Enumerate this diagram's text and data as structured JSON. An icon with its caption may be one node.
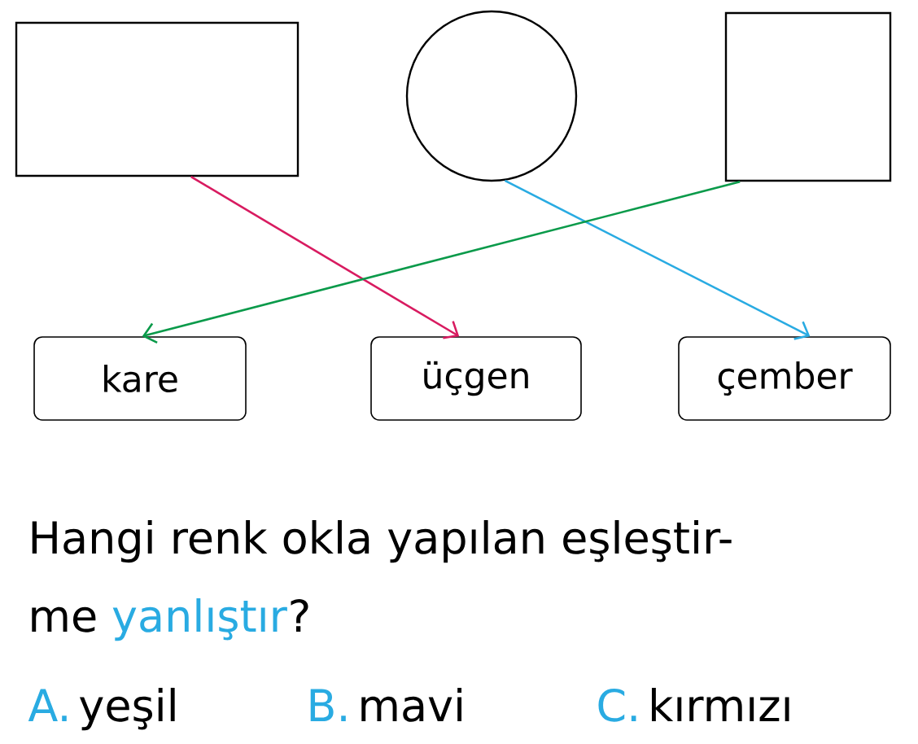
{
  "diagram": {
    "nodes": [
      {
        "text": [],
        "shape": "box"
      },
      {
        "text": [],
        "shape": "circle"
      },
      {
        "text": [],
        "shape": "box"
      },
      {
        "text": [
          "kare"
        ]
      },
      {
        "text": [
          "üçgen"
        ]
      },
      {
        "text": [
          "çember"
        ]
      }
    ],
    "edges": [
      {
        "from": 0,
        "to": 4,
        "arrow": "to",
        "color": "#d81b60"
      },
      {
        "from": 1,
        "to": 5,
        "arrow": "to",
        "color": "#29abe2"
      },
      {
        "from": 2,
        "to": 3,
        "arrow": "to",
        "color": "#0a9a4a"
      }
    ],
    "labels": [
      "Hangi renk okla yapılan eşleştir-",
      "me",
      "yanlıştır",
      "?",
      "A.",
      "yeşil",
      "B.",
      "mavi",
      "C.",
      "kırmızı"
    ]
  }
}
